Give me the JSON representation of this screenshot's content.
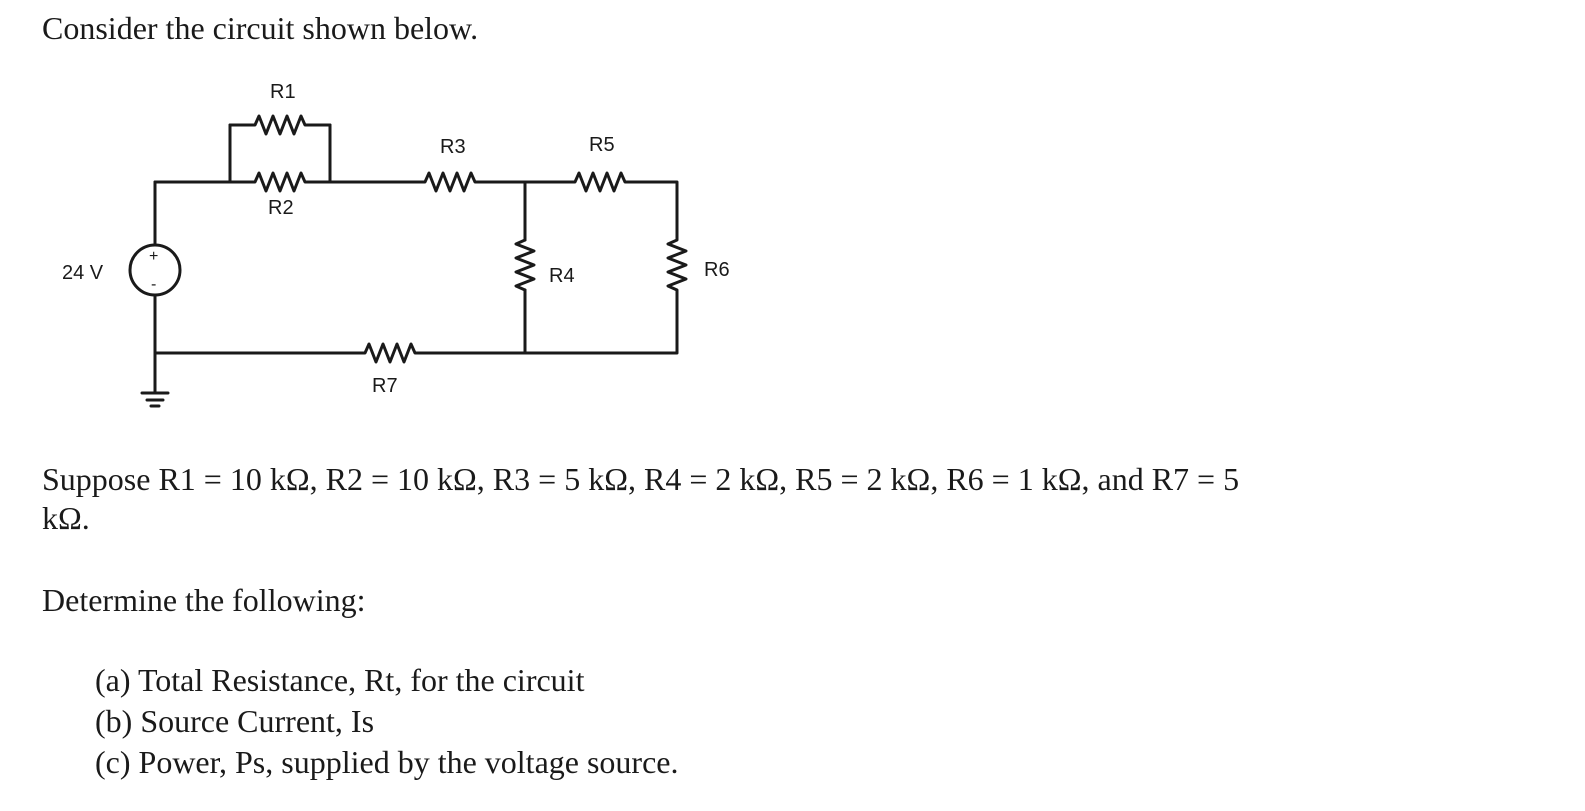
{
  "problem": {
    "intro": "Consider the circuit shown below.",
    "values_line_1": "Suppose R1 = 10 kΩ, R2 = 10 kΩ, R3 = 5 kΩ, R4 = 2 kΩ, R5 = 2 kΩ, R6 = 1 kΩ, and R7 = 5",
    "values_line_2": "kΩ.",
    "determine": "Determine the following:",
    "items": [
      "(a) Total Resistance, Rt, for the circuit",
      "(b) Source Current, Is",
      "(c) Power, Ps, supplied by the voltage source."
    ]
  },
  "circuit": {
    "source_label": "24 V",
    "source_plus": "+",
    "source_minus": "-",
    "labels": {
      "r1": "R1",
      "r2": "R2",
      "r3": "R3",
      "r4": "R4",
      "r5": "R5",
      "r6": "R6",
      "r7": "R7"
    }
  }
}
